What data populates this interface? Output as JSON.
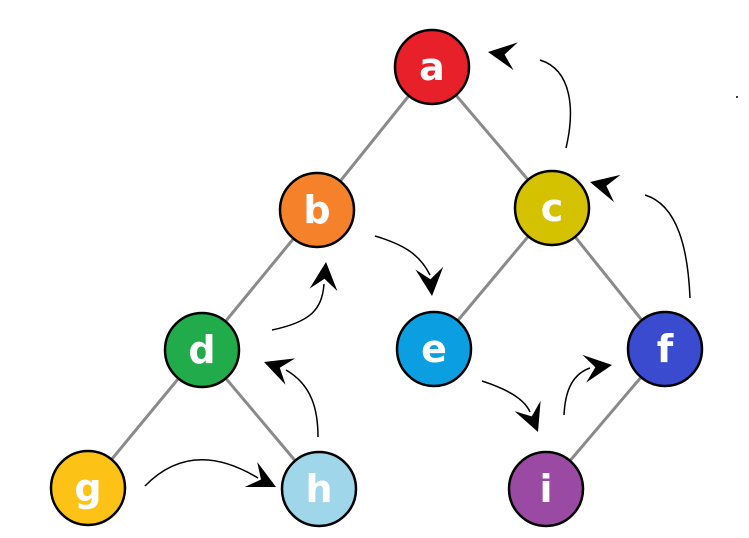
{
  "nodes": [
    {
      "id": "a",
      "label": "a",
      "color": "#e8202a"
    },
    {
      "id": "b",
      "label": "b",
      "color": "#f5822a"
    },
    {
      "id": "c",
      "label": "c",
      "color": "#d4c100"
    },
    {
      "id": "d",
      "label": "d",
      "color": "#22ab4a"
    },
    {
      "id": "e",
      "label": "e",
      "color": "#0b9ee0"
    },
    {
      "id": "f",
      "label": "f",
      "color": "#3a4bcf"
    },
    {
      "id": "g",
      "label": "g",
      "color": "#fcc316"
    },
    {
      "id": "h",
      "label": "h",
      "color": "#9fd6ea"
    },
    {
      "id": "i",
      "label": "i",
      "color": "#9b4aa3"
    }
  ],
  "edges": [
    [
      "a",
      "b"
    ],
    [
      "a",
      "c"
    ],
    [
      "b",
      "d"
    ],
    [
      "c",
      "e"
    ],
    [
      "c",
      "f"
    ],
    [
      "d",
      "g"
    ],
    [
      "d",
      "h"
    ],
    [
      "f",
      "i"
    ]
  ],
  "traversal_arrows": [
    {
      "from": "g",
      "to": "h"
    },
    {
      "from": "h",
      "to": "d"
    },
    {
      "from": "d",
      "to": "b"
    },
    {
      "from": "b",
      "to": "e"
    },
    {
      "from": "e",
      "to": "i"
    },
    {
      "from": "i",
      "to": "f"
    },
    {
      "from": "f",
      "to": "c"
    },
    {
      "from": "c",
      "to": "a"
    }
  ],
  "colors": {
    "edge": "#8a8a8a",
    "node_border": "#000000",
    "arrow": "#000000"
  }
}
